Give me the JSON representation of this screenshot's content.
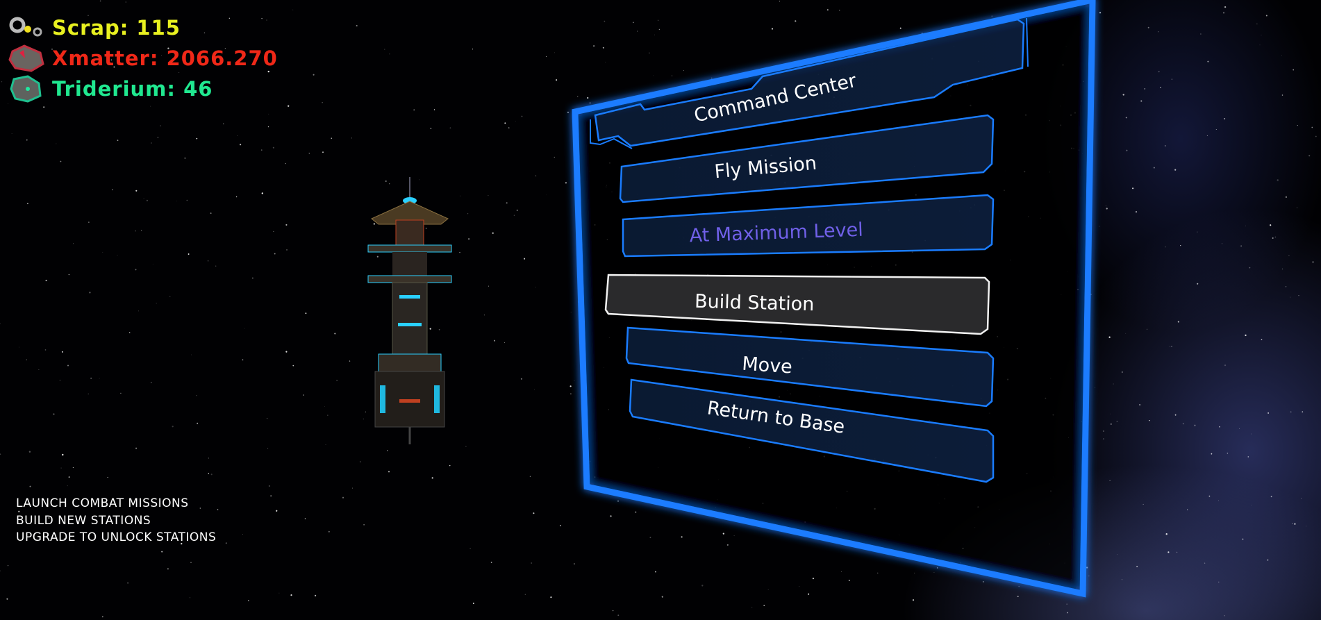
{
  "resources": [
    {
      "label": "Scrap: 115",
      "color": "#e8f020",
      "icon": "scrap-icon"
    },
    {
      "label": "Xmatter: 2066.270",
      "color": "#f02818",
      "icon": "xmatter-icon"
    },
    {
      "label": "Triderium: 46",
      "color": "#20e890",
      "icon": "triderium-icon"
    }
  ],
  "tips": [
    "LAUNCH COMBAT MISSIONS",
    "BUILD NEW STATIONS",
    "UPGRADE TO UNLOCK STATIONS"
  ],
  "panel": {
    "title": "Command Center",
    "buttons": {
      "fly_mission": "Fly Mission",
      "upgrade": "At Maximum Level",
      "build_station": "Build Station",
      "move": "Move",
      "return_to_base": "Return to Base"
    },
    "colors": {
      "frame": "#1a7cff",
      "disabled_text": "#7060e8",
      "selected_fill": "#2a2a2c"
    }
  }
}
